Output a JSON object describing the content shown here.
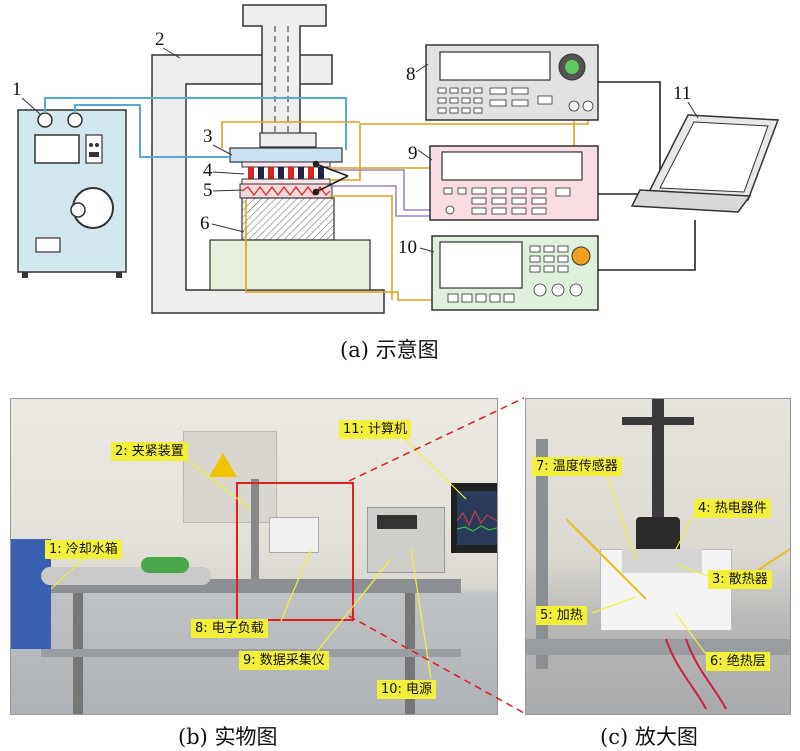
{
  "captions": {
    "a": "(a) 示意图",
    "b": "(b) 实物图",
    "c": "(c) 放大图"
  },
  "schematic_numbers": [
    "1",
    "2",
    "3",
    "4",
    "5",
    "6",
    "8",
    "9",
    "10",
    "11"
  ],
  "photo_b_labels": {
    "l1": "1: 冷却水箱",
    "l2": "2: 夹紧装置",
    "l8": "8: 电子负载",
    "l9": "9: 数据采集仪",
    "l10": "10: 电源",
    "l11": "11: 计算机"
  },
  "photo_c_labels": {
    "l7": "7: 温度传感器",
    "l4": "4: 热电器件",
    "l3": "3: 散热器",
    "l5": "5: 加热",
    "l6": "6: 绝热层"
  },
  "colors": {
    "water_pipe": "#5aa8d8",
    "sensor_wire": "#e0a21a",
    "daq_wire": "#9a86c6",
    "tag_fill": "#f3f03a",
    "highlight_box": "#e02020"
  }
}
